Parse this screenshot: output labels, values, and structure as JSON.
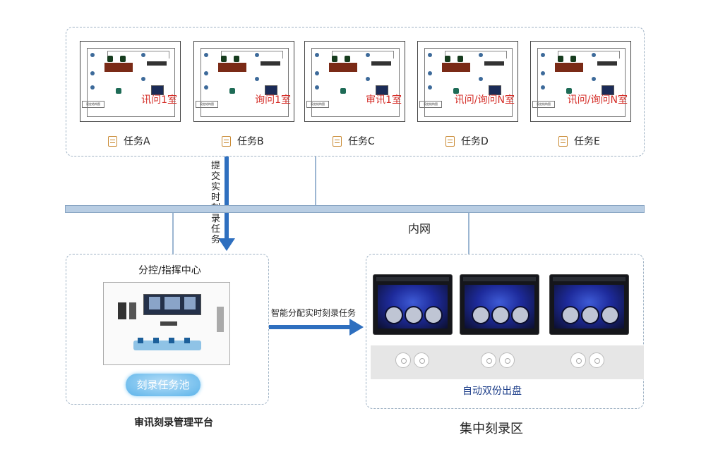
{
  "rooms": [
    {
      "label": "讯问1室",
      "task": "任务A",
      "legend": "设定结构图"
    },
    {
      "label": "询问1室",
      "task": "任务B",
      "legend": "设定结构图"
    },
    {
      "label": "审讯1室",
      "task": "任务C",
      "legend": "设定结构图"
    },
    {
      "label": "讯问/询问N室",
      "task": "任务D",
      "legend": "设定结构图"
    },
    {
      "label": "讯问/询问N室",
      "task": "任务E",
      "legend": "设定结构图"
    }
  ],
  "submit_label": "提交实时刻录任务",
  "network_label": "内网",
  "control": {
    "title": "分控/指挥中心",
    "pool_label": "刻录任务池",
    "platform_label": "审讯刻录管理平台"
  },
  "dispatch_label": "智能分配实时刻录任务",
  "burn_zone": {
    "band_label": "自动双份出盘",
    "zone_label": "集中刻录区"
  },
  "colors": {
    "room_label": "#d42b25",
    "arrow": "#2e6fbf",
    "network": "#b8cde3",
    "dash": "#9fb2c4",
    "task_icon": "#c98a33"
  }
}
